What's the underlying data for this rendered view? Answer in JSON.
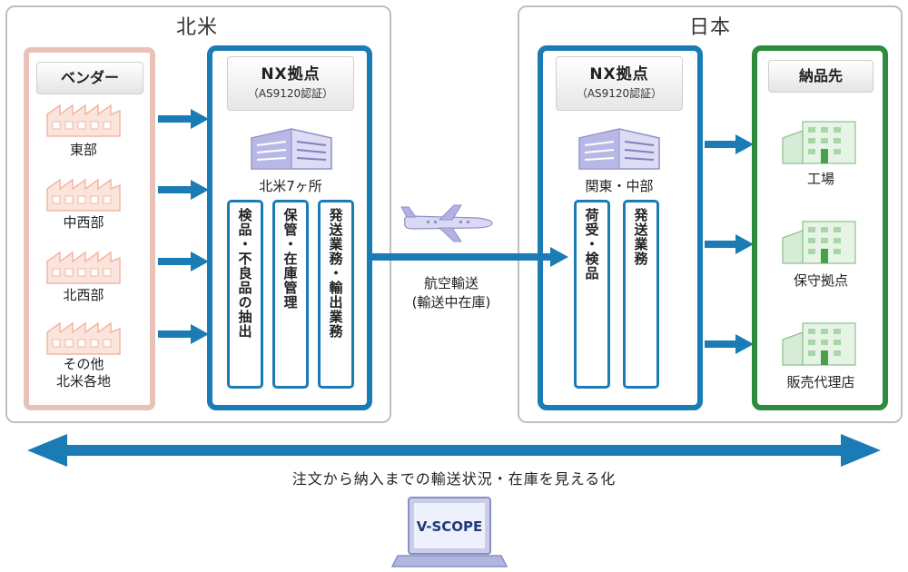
{
  "regions": {
    "north_america": "北米",
    "japan": "日本"
  },
  "vendor": {
    "title": "ベンダー",
    "items": [
      "東部",
      "中西部",
      "北西部",
      "その他\n北米各地"
    ]
  },
  "nx_na": {
    "title": "NX拠点",
    "subtitle": "（AS9120認証）",
    "location": "北米7ヶ所",
    "tasks": [
      "検品・不良品の抽出",
      "保管・在庫管理",
      "発送業務・輸出業務"
    ]
  },
  "air": {
    "line1": "航空輸送",
    "line2": "(輸送中在庫)"
  },
  "nx_jp": {
    "title": "NX拠点",
    "subtitle": "（AS9120認証）",
    "location": "関東・中部",
    "tasks": [
      "荷受・検品",
      "発送業務"
    ]
  },
  "destination": {
    "title": "納品先",
    "items": [
      "工場",
      "保守拠点",
      "販売代理店"
    ]
  },
  "visibility_caption": "注文から納入までの輸送状況・在庫を見える化",
  "vscope_label": "V-SCOPE",
  "colors": {
    "blue": "#1a7bb5",
    "green": "#2e8b3e",
    "pink": "#e8c2b8",
    "gray": "#bfbfbf"
  },
  "icons": {
    "vendor_factory": "factory-icon",
    "nx_building": "office-building-icon",
    "destination_building": "building-icon",
    "plane": "airplane-icon",
    "laptop": "laptop-icon"
  }
}
